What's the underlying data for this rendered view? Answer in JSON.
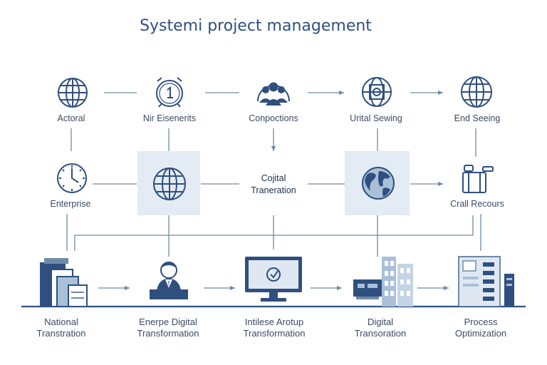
{
  "title": "Systemi project management",
  "top_row": [
    {
      "label": "Actoral",
      "icon": "globe-icon"
    },
    {
      "label": "Nir Eisenerits",
      "icon": "alarm-clock-icon"
    },
    {
      "label": "Conpoctions",
      "icon": "team-icon"
    },
    {
      "label": "Urital Sewing",
      "icon": "target-globe-icon"
    },
    {
      "label": "End Seeing",
      "icon": "globe-icon"
    }
  ],
  "middle_row": {
    "left": {
      "label": "Enterprise",
      "icon": "clock-icon"
    },
    "center_globe": {
      "icon": "globe-icon"
    },
    "center_text": "Cojital\nTraneration",
    "world": {
      "icon": "world-map-globe-icon"
    },
    "right": {
      "label": "Crall Recours",
      "icon": "devices-icon"
    }
  },
  "bottom_row": [
    {
      "label": "National\nTranstration",
      "icon": "document-stack-icon"
    },
    {
      "label": "Enerpe Digital\nTransformation",
      "icon": "businessman-icon"
    },
    {
      "label": "Intilese Arotup\nTransformation",
      "icon": "monitor-icon"
    },
    {
      "label": "Digital\nTransoration",
      "icon": "city-buildings-icon"
    },
    {
      "label": "Process\nOptimization",
      "icon": "server-rack-icon"
    }
  ],
  "colors": {
    "primary": "#2f4f7f",
    "line": "#6f8aa8",
    "panel": "#e3ebf4",
    "light": "#a9c0d8"
  }
}
